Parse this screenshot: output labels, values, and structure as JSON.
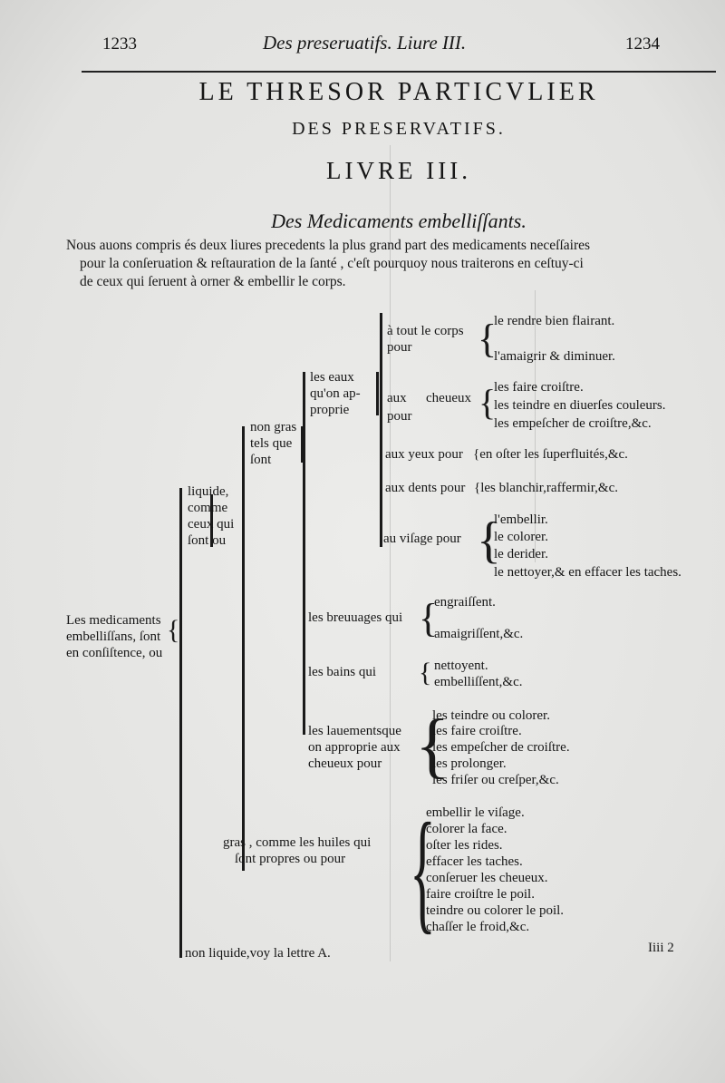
{
  "header": {
    "page_left": "1233",
    "running_title": "Des preseruatifs. Liure III.",
    "page_right": "1234"
  },
  "titles": {
    "main": "LE THRESOR PARTICVLIER",
    "sub": "DES PRESERVATIFS.",
    "book": "LIVRE III.",
    "section": "Des Medicaments embelliſſants."
  },
  "intro": [
    "Nous auons compris és deux liures precedents la plus grand part des medicaments neceſſaires",
    "pour la conſeruation & reſtauration de la ſanté , c'eſt pourquoy nous traiterons en ceſtuy-ci",
    "de ceux qui ſeruent à orner & embellir le corps."
  ],
  "tree": {
    "root": [
      "Les medicaments",
      "embelliſſans, ſont",
      "en conſiſtence, ou"
    ],
    "liquide": [
      "liquide,",
      "comme",
      "ceux qui",
      "ſont ou"
    ],
    "non_gras": [
      "non gras",
      "tels que",
      "ſont"
    ],
    "eaux": [
      "les   eaux",
      "qu'on ap-",
      "proprie"
    ],
    "tout_corps": {
      "label": [
        "à tout le corps",
        "pour"
      ],
      "items": [
        "le rendre bien flairant.",
        "l'amaigrir & diminuer."
      ]
    },
    "cheueux": {
      "label": [
        "aux",
        "pour"
      ],
      "word": "cheueux",
      "items": [
        "les faire croiſtre.",
        "les teindre en diuerſes couleurs.",
        "les empeſcher de croiſtre,&c."
      ]
    },
    "yeux": {
      "label": "aux yeux pour",
      "item": "en oſter les ſuperfluités,&c."
    },
    "dents": {
      "label": "aux dents pour",
      "item": "les blanchir,raffermir,&c."
    },
    "visage": {
      "label": "au viſage pour",
      "items": [
        "l'embellir.",
        "le colorer.",
        "le derider.",
        "le nettoyer,& en effacer les taches."
      ]
    },
    "breuuages": {
      "label": "les breuuages qui",
      "items": [
        "engraiſſent.",
        "amaigriſſent,&c."
      ]
    },
    "bains": {
      "label": "les bains qui",
      "items": [
        "nettoyent.",
        "embelliſſent,&c."
      ]
    },
    "lauements": {
      "label": [
        "les lauementsque",
        "on approprie  aux",
        "cheueux pour"
      ],
      "items": [
        "les teindre ou colorer.",
        "les faire croiſtre.",
        "les empeſcher de croiſtre.",
        "les prolonger.",
        "les friſer ou creſper,&c."
      ]
    },
    "gras": {
      "label": [
        "gras , comme  les huiles qui",
        "ſont propres ou pour"
      ],
      "items": [
        "embellir le viſage.",
        "colorer la face.",
        "oſter les rides.",
        "effacer les taches.",
        "conſeruer les cheueux.",
        "faire croiſtre le poil.",
        "teindre ou colorer le poil.",
        "chaſſer le froid,&c."
      ]
    },
    "non_liquide": "non liquide,voy la lettre A."
  },
  "signature": "Iiii 2"
}
